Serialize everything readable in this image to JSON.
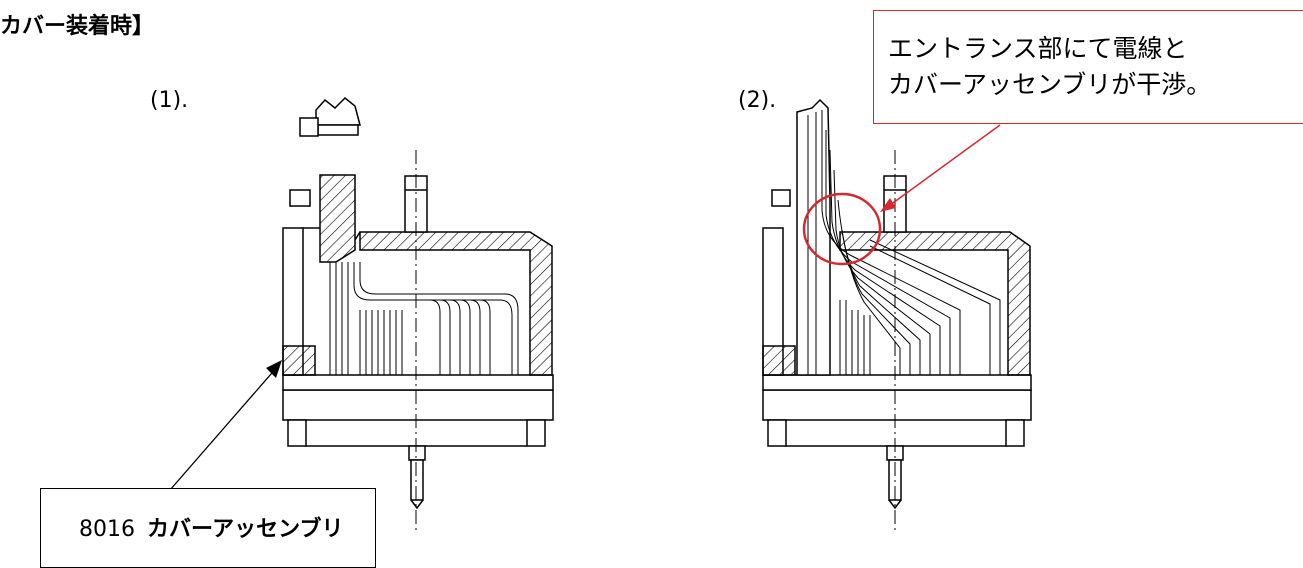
{
  "title": "カバー装着時】",
  "figures": [
    {
      "label": "(1)."
    },
    {
      "label": "(2)."
    }
  ],
  "callout_red": {
    "line1": "エントランス部にて電線と",
    "line2": "カバーアッセンブリが干渉。",
    "color": "#d9272e"
  },
  "callout_black": {
    "part_number": "8016",
    "part_name": "カバーアッセンブリ"
  }
}
